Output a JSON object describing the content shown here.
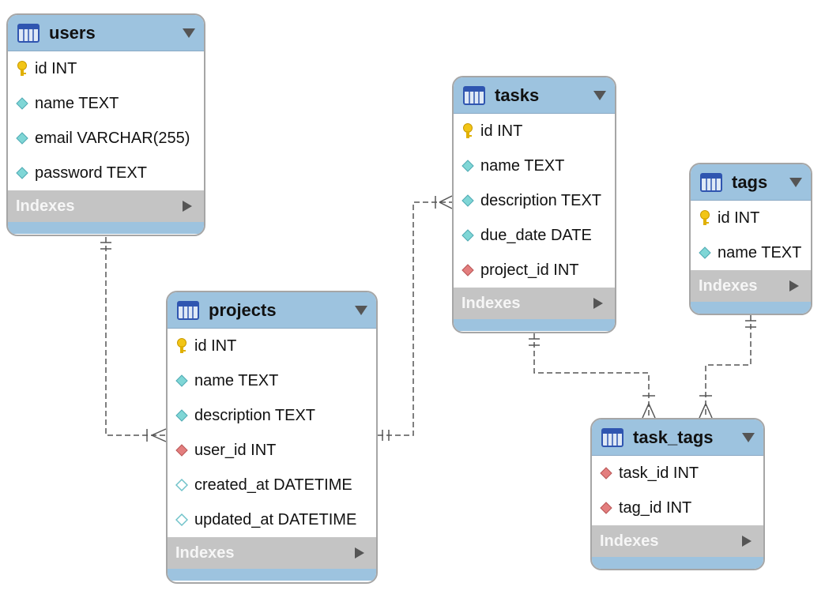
{
  "diagram": {
    "line_color": "#555555",
    "header_color": "#9dc3df",
    "indexes_color": "#c4c4c4",
    "entities": [
      {
        "id": "users",
        "title": "users",
        "indexes_label": "Indexes",
        "columns": [
          {
            "text": "id INT",
            "icon": "primary-key-icon"
          },
          {
            "text": "name TEXT",
            "icon": "column-icon"
          },
          {
            "text": "email VARCHAR(255)",
            "icon": "column-icon"
          },
          {
            "text": "password TEXT",
            "icon": "column-icon"
          }
        ]
      },
      {
        "id": "projects",
        "title": "projects",
        "indexes_label": "Indexes",
        "columns": [
          {
            "text": "id INT",
            "icon": "primary-key-icon"
          },
          {
            "text": "name TEXT",
            "icon": "column-icon"
          },
          {
            "text": "description TEXT",
            "icon": "column-icon"
          },
          {
            "text": "user_id INT",
            "icon": "foreign-key-icon"
          },
          {
            "text": "created_at DATETIME",
            "icon": "nullable-column-icon"
          },
          {
            "text": "updated_at DATETIME",
            "icon": "nullable-column-icon"
          }
        ]
      },
      {
        "id": "tasks",
        "title": "tasks",
        "indexes_label": "Indexes",
        "columns": [
          {
            "text": "id INT",
            "icon": "primary-key-icon"
          },
          {
            "text": "name TEXT",
            "icon": "column-icon"
          },
          {
            "text": "description TEXT",
            "icon": "column-icon"
          },
          {
            "text": "due_date DATE",
            "icon": "column-icon"
          },
          {
            "text": "project_id INT",
            "icon": "foreign-key-icon"
          }
        ]
      },
      {
        "id": "tags",
        "title": "tags",
        "indexes_label": "Indexes",
        "columns": [
          {
            "text": "id INT",
            "icon": "primary-key-icon"
          },
          {
            "text": "name TEXT",
            "icon": "column-icon"
          }
        ]
      },
      {
        "id": "task_tags",
        "title": "task_tags",
        "indexes_label": "Indexes",
        "columns": [
          {
            "text": "task_id INT",
            "icon": "foreign-key-icon"
          },
          {
            "text": "tag_id INT",
            "icon": "foreign-key-icon"
          }
        ]
      }
    ],
    "relationships": [
      {
        "from": "users",
        "to": "projects",
        "from_end": "one",
        "to_end": "many"
      },
      {
        "from": "projects",
        "to": "tasks",
        "from_end": "one",
        "to_end": "many"
      },
      {
        "from": "tasks",
        "to": "task_tags",
        "from_end": "one",
        "to_end": "many"
      },
      {
        "from": "tags",
        "to": "task_tags",
        "from_end": "one",
        "to_end": "many"
      }
    ]
  }
}
